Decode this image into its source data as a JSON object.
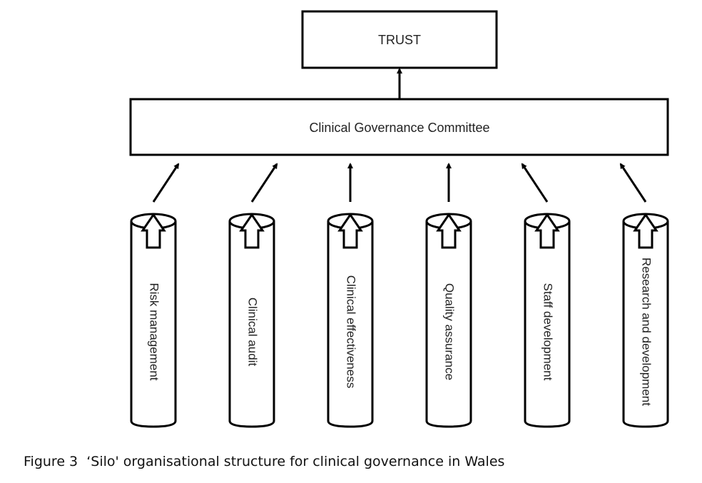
{
  "diagram": {
    "top_box": {
      "label": "TRUST"
    },
    "committee_box": {
      "label": "Clinical Governance Committee"
    },
    "silos": [
      {
        "label": "Risk management",
        "arrow_direction": "up-right"
      },
      {
        "label": "Clinical audit",
        "arrow_direction": "up-right"
      },
      {
        "label": "Clinical effectiveness",
        "arrow_direction": "up"
      },
      {
        "label": "Quality assurance",
        "arrow_direction": "up"
      },
      {
        "label": "Staff development",
        "arrow_direction": "up-left"
      },
      {
        "label": "Research and development",
        "arrow_direction": "up-left"
      }
    ]
  },
  "caption": {
    "figure_label": "Figure 3",
    "text": "‘Silo' organisational structure for clinical governance in Wales"
  }
}
